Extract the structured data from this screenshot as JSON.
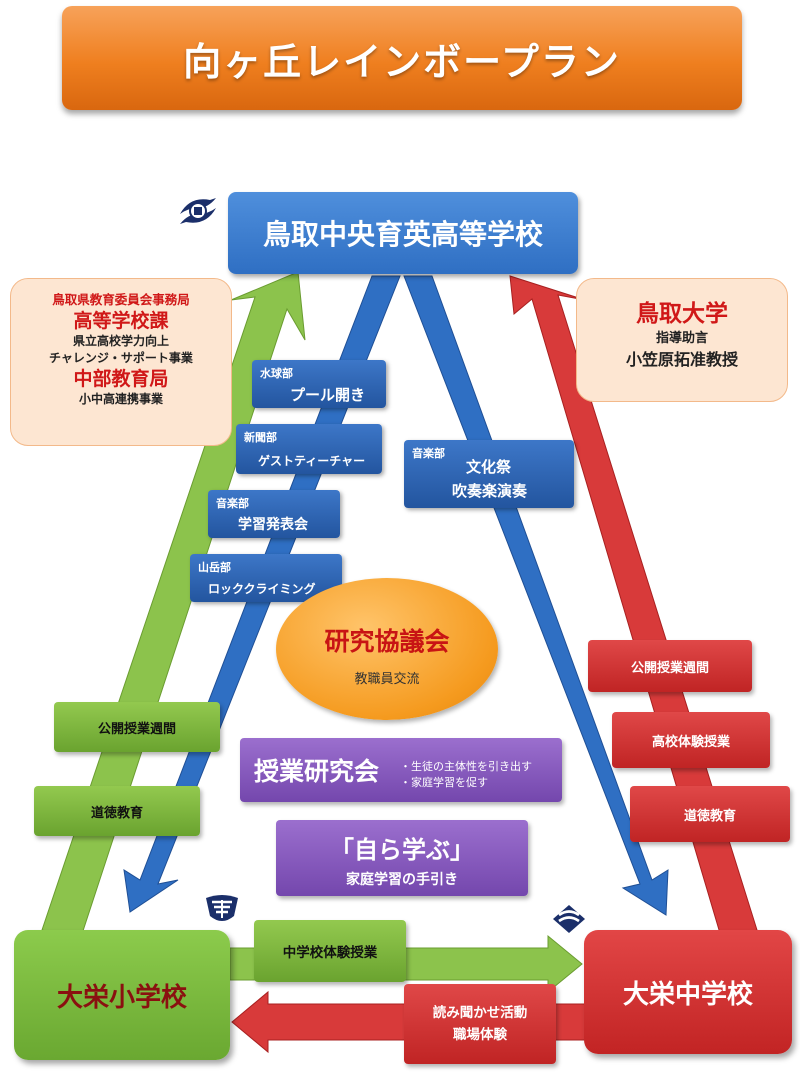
{
  "title": "向ヶ丘レインボープラン",
  "top_school": "鳥取中央育英高等学校",
  "left_partner": {
    "line1": "鳥取県教育委員会事務局",
    "line2": "高等学校課",
    "line3": "県立高校学力向上",
    "line4": "チャレンジ・サポート事業",
    "line5": "中部教育局",
    "line6": "小中高連携事業"
  },
  "right_partner": {
    "name": "鳥取大学",
    "role": "指導助言",
    "person": "小笠原拓准教授"
  },
  "clubs": [
    {
      "club": "水球部",
      "activity": "プール開き"
    },
    {
      "club": "新聞部",
      "activity": "ゲストティーチャー"
    },
    {
      "club": "音楽部",
      "activity": "学習発表会"
    },
    {
      "club": "山岳部",
      "activity": "ロッククライミング"
    }
  ],
  "right_club": {
    "club": "音楽部",
    "line1": "文化祭",
    "line2": "吹奏楽演奏"
  },
  "council": {
    "title": "研究協議会",
    "sub": "教職員交流"
  },
  "lesson_study": {
    "title": "授業研究会",
    "note1": "・生徒の主体性を引き出す",
    "note2": "・家庭学習を促す"
  },
  "self_study": {
    "title": "「自ら学ぶ」",
    "sub": "家庭学習の手引き"
  },
  "green_items": [
    "公開授業週間",
    "道徳教育"
  ],
  "red_items": [
    "公開授業週間",
    "高校体験授業",
    "道徳教育"
  ],
  "elementary_school": "大栄小学校",
  "junior_high_school": "大栄中学校",
  "bottom_right_arrow": "中学校体験授業",
  "bottom_left_arrow": {
    "line1": "読み聞かせ活動",
    "line2": "職場体験"
  },
  "colors": {
    "orange": "#ef7f1f",
    "blue": "#2f6fc3",
    "green": "#7ab63a",
    "red": "#d03030",
    "purple": "#8050bb",
    "peach": "#fde6d2"
  }
}
